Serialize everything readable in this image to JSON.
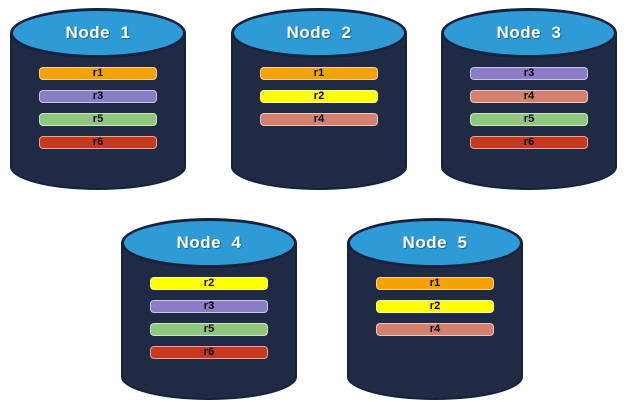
{
  "diagram": {
    "description": "Database nodes with replica placement"
  },
  "colors": {
    "background": "#ffffff",
    "cylinder_body": "#1f2a44",
    "cylinder_top": "#2e9bd6",
    "cylinder_outline": "#16213e",
    "title_text": "#ffffff",
    "bar_text": "#000000"
  },
  "replica_colors": {
    "r1": "#f7a104",
    "r2": "#ffff00",
    "r3": "#8b7cc6",
    "r4": "#d4806f",
    "r5": "#8fc87d",
    "r6": "#c6391e"
  },
  "nodes": [
    {
      "title": "Node  1",
      "replicas": [
        "r1",
        "r3",
        "r5",
        "r6"
      ]
    },
    {
      "title": "Node  2",
      "replicas": [
        "r1",
        "r2",
        "r4"
      ]
    },
    {
      "title": "Node  3",
      "replicas": [
        "r3",
        "r4",
        "r5",
        "r6"
      ]
    },
    {
      "title": "Node  4",
      "replicas": [
        "r2",
        "r3",
        "r5",
        "r6"
      ]
    },
    {
      "title": "Node  5",
      "replicas": [
        "r1",
        "r2",
        "r4"
      ]
    }
  ]
}
